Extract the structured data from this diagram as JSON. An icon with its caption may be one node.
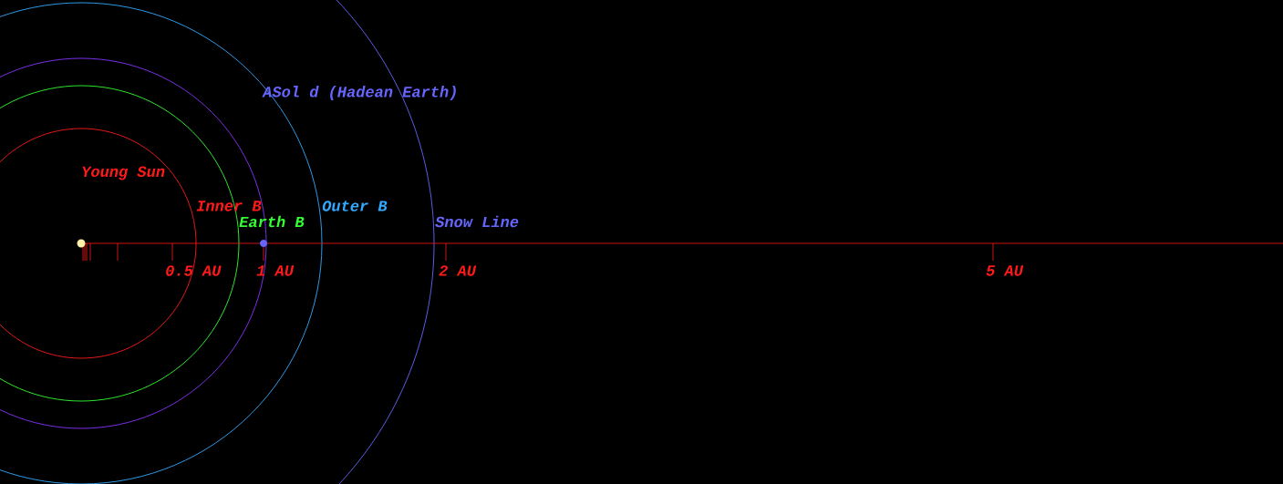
{
  "diagram": {
    "labels": [
      "ASol d (Hadean Earth)",
      "Young Sun",
      "Inner B",
      "Outer B",
      "Earth B",
      "Snow Line",
      "0.5 AU",
      "1 AU",
      "2 AU",
      "5 AU"
    ]
  }
}
